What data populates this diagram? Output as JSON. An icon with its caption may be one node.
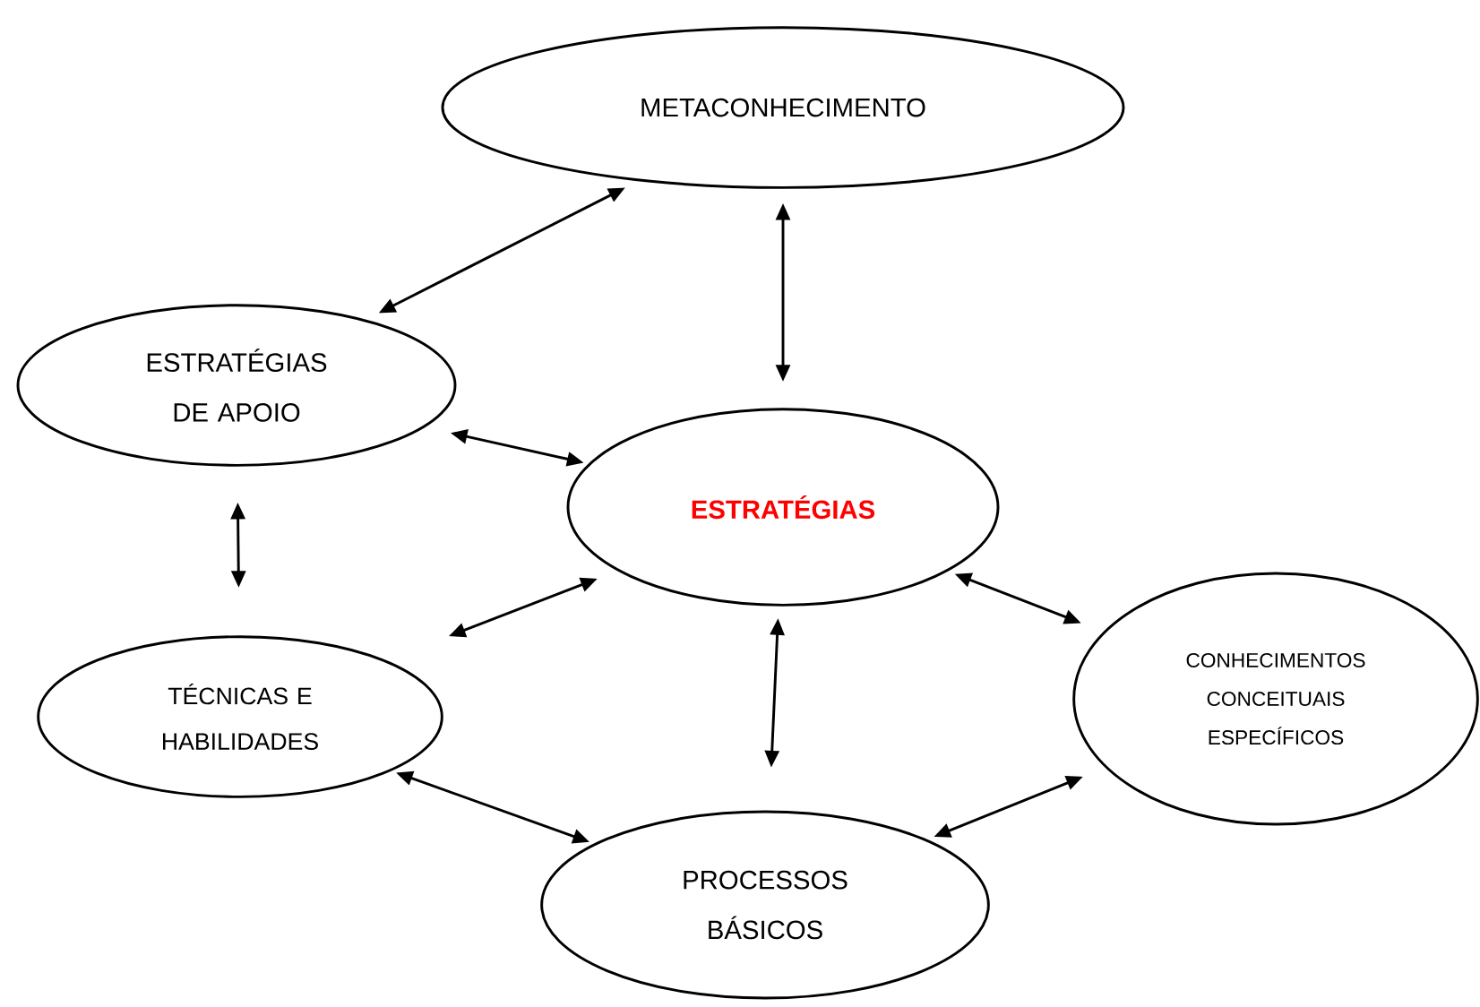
{
  "diagram": {
    "nodes": [
      {
        "text": [
          "METACONHECIMENTO"
        ]
      },
      {
        "text": [
          "ESTRATÉGIAS DE APOIO"
        ]
      },
      {
        "text": [
          "ESTRATÉGIAS"
        ]
      },
      {
        "text": [
          "TÉCNICAS E HABILIDADES"
        ]
      },
      {
        "text": [
          "CONHECIMENTOS CONCEITUAIS ESPECÍFICOS"
        ]
      },
      {
        "text": [
          "PROCESSOS BÁSICOS"
        ]
      }
    ],
    "edges": [
      {
        "from": 1,
        "to": 0,
        "arrow": "both"
      },
      {
        "from": 0,
        "to": 2,
        "arrow": "both"
      },
      {
        "from": 1,
        "to": 2,
        "arrow": "both"
      },
      {
        "from": 1,
        "to": 3,
        "arrow": "both"
      },
      {
        "from": 3,
        "to": 2,
        "arrow": "both"
      },
      {
        "from": 2,
        "to": 4,
        "arrow": "both"
      },
      {
        "from": 2,
        "to": 5,
        "arrow": "both"
      },
      {
        "from": 3,
        "to": 5,
        "arrow": "both"
      },
      {
        "from": 5,
        "to": 4,
        "arrow": "both"
      }
    ]
  }
}
